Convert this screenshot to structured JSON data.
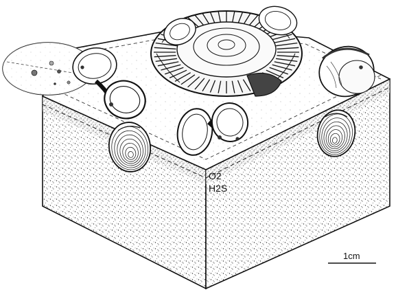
{
  "diagram": {
    "redox_labels": {
      "oxygen": "O2",
      "sulfide": "H2S"
    },
    "scale_bar": {
      "label": "1cm"
    },
    "fossils": [
      {
        "id": "ammonite",
        "kind": "ammonite shell"
      },
      {
        "id": "bivalve-top-left",
        "kind": "bivalve shell (open)"
      },
      {
        "id": "bivalve-top-center",
        "kind": "bivalve shell (open)"
      },
      {
        "id": "bivalve-top-right",
        "kind": "bivalve shell"
      },
      {
        "id": "bivalve-front-left",
        "kind": "bivalve shell (side wall)"
      },
      {
        "id": "bivalve-front-right",
        "kind": "bivalve shell (side wall)"
      }
    ],
    "magnifier": {
      "kind": "magnified sediment detail"
    }
  }
}
